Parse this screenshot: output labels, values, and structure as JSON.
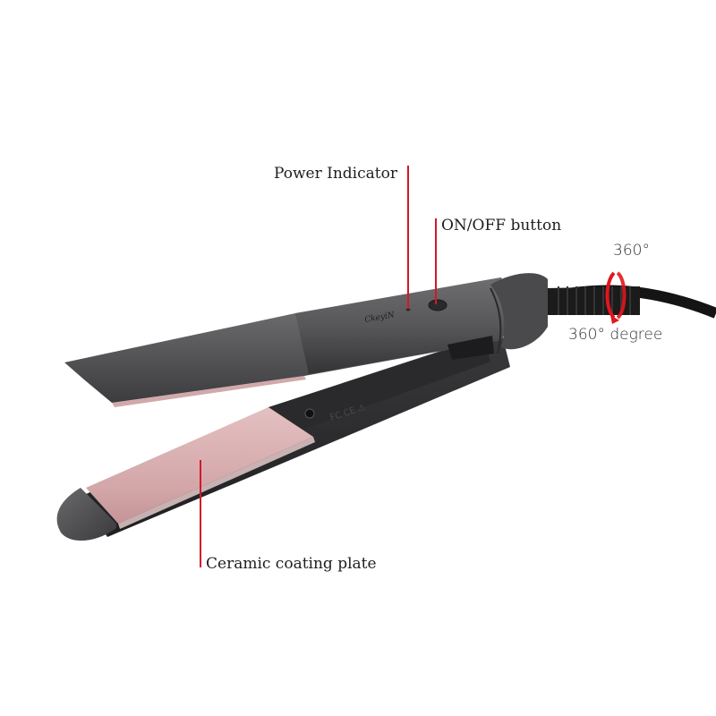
{
  "product": {
    "type": "hair-straightener",
    "brand_logo_text": "CkeyiN"
  },
  "callouts": {
    "power_indicator": {
      "label": "Power Indicator"
    },
    "on_off_button": {
      "label": "ON/OFF button"
    },
    "rotation_top": {
      "label": "360°"
    },
    "rotation_bottom": {
      "label": "360° degree"
    },
    "ceramic_plate": {
      "label": "Ceramic coating plate"
    }
  },
  "colors": {
    "background": "#ffffff",
    "body_gray": "#5f5f61",
    "body_dark": "#2e2e30",
    "plate_pink": "#d9aeb0",
    "leader_red": "#d2182a",
    "cord_black": "#141414"
  }
}
